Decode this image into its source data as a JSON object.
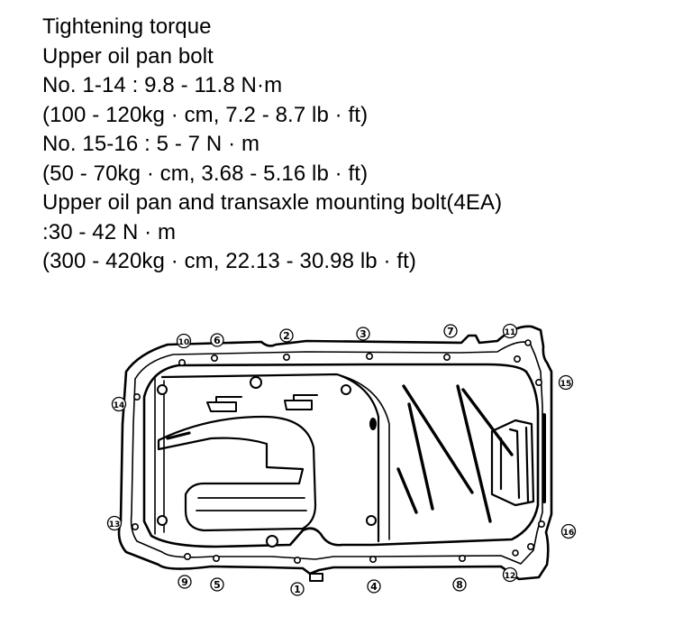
{
  "spec": {
    "lines": [
      "Tightening torque",
      "Upper oil pan bolt",
      "No.  1-14 :  9.8 - 11.8 N·m",
      "(100 - 120kg · cm, 7.2 - 8.7 lb · ft)",
      "No.  15-16 :  5 - 7 N · m",
      "(50 - 70kg · cm, 3.68 - 5.16 lb · ft)",
      "Upper oil pan and transaxle mounting bolt(4EA)",
      ":30 - 42 N · m",
      "(300 - 420kg · cm, 22.13 - 30.98 lb · ft)"
    ]
  },
  "diagram": {
    "bolt_numbers": [
      "1",
      "2",
      "3",
      "4",
      "5",
      "6",
      "7",
      "8",
      "9",
      "10",
      "11",
      "12",
      "13",
      "14",
      "15",
      "16"
    ],
    "bolt_number_style": "circled",
    "line_color": "#000000",
    "background_color": "#ffffff"
  }
}
